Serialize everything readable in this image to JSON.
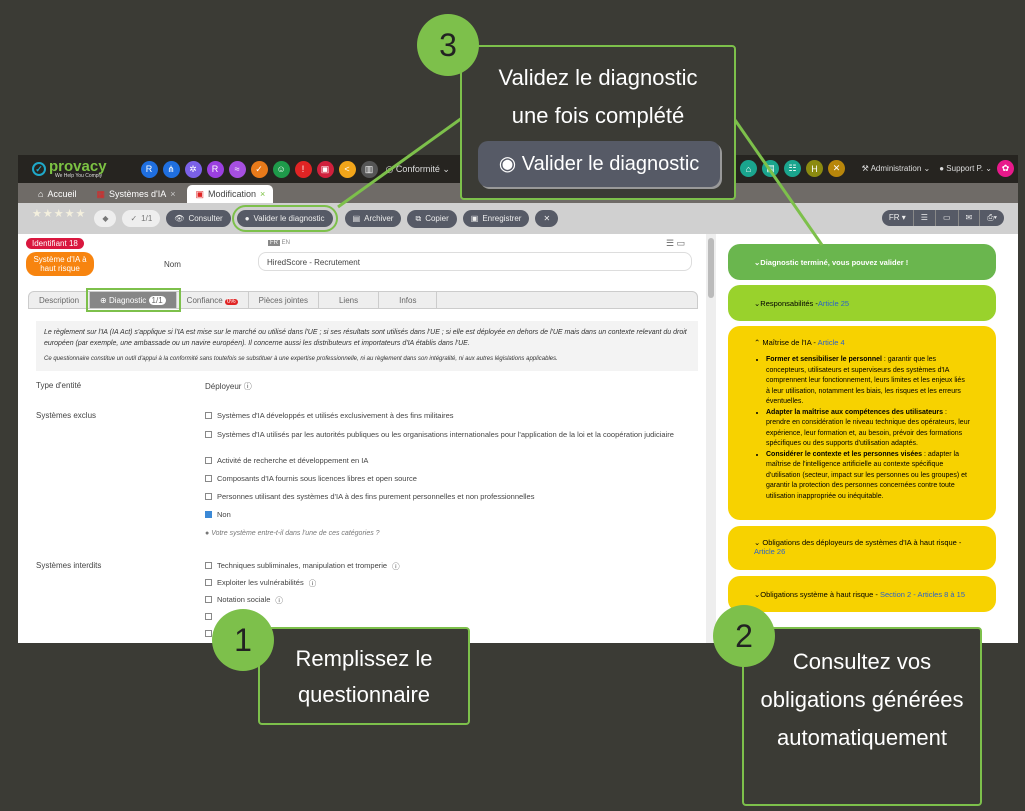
{
  "nav": {
    "brand": "provacy",
    "tagline": "We Help You Comply",
    "modules": [
      {
        "label": "R",
        "color": "#1f6fe0"
      },
      {
        "label": "⋔",
        "color": "#1f6fe0"
      },
      {
        "label": "✲",
        "color": "#7b61e8"
      },
      {
        "label": "R",
        "color": "#9b3fe0"
      },
      {
        "label": "≈",
        "color": "#a64fe0"
      },
      {
        "label": "✓",
        "color": "#e87a1a"
      },
      {
        "label": "☺",
        "color": "#1e9a4a"
      },
      {
        "label": "!",
        "color": "#e02424"
      },
      {
        "label": "▣",
        "color": "#d0203c"
      },
      {
        "label": "<",
        "color": "#f2a51a"
      },
      {
        "label": "▥",
        "color": "#555"
      }
    ],
    "conformite": "Conformité",
    "right_modules": [
      {
        "label": "⌂",
        "color": "#1aa58e"
      },
      {
        "label": "▤",
        "color": "#1aa58e"
      },
      {
        "label": "☷",
        "color": "#1aa58e"
      },
      {
        "label": "H",
        "color": "#8b8a10"
      },
      {
        "label": "✕",
        "color": "#b8860b"
      }
    ],
    "administration": "Administration",
    "user": "Support P."
  },
  "tabs": [
    {
      "label": "Accueil"
    },
    {
      "label": "Systèmes d'IA"
    },
    {
      "label": "Modification"
    }
  ],
  "toolbar": {
    "tags": "1/1",
    "consulter": "Consulter",
    "valider": "Valider le diagnostic",
    "archiver": "Archiver",
    "copier": "Copier",
    "enregistrer": "Enregistrer",
    "close": "✕",
    "lang": "FR ▾"
  },
  "record": {
    "identifiant_label": "Identifiant",
    "identifiant": "18",
    "classification": "Système d'IA à haut risque",
    "name_label": "Nom",
    "name_value": "HiredScore - Recrutement",
    "lang_fr": "FR",
    "lang_en": "EN"
  },
  "form_tabs": [
    {
      "label": "Description"
    },
    {
      "label": "Diagnostic",
      "badge": "1/1"
    },
    {
      "label": "Confiance",
      "badge": "0%"
    },
    {
      "label": "Pièces jointes"
    },
    {
      "label": "Liens"
    },
    {
      "label": "Infos"
    }
  ],
  "info": {
    "p1": "Le règlement sur l'IA (IA Act) s'applique si l'IA est mise sur le marché ou utilisé dans l'UE ; si ses résultats sont utilisés dans l'UE ; si elle est déployée en dehors de l'UE mais dans un contexte relevant du droit européen (par exemple, une ambassade ou un navire européen). Il concerne aussi les distributeurs et importateurs d'IA établis dans l'UE.",
    "p2": "Ce questionnaire constitue un outil d'appui à la conformité sans toutefois se substituer à une expertise professionnelle, ni au règlement dans son intégralité, ni aux autres législations applicables."
  },
  "form": {
    "type_label": "Type d'entité",
    "type_value": "Déployeur",
    "exclus_label": "Systèmes exclus",
    "exclus": [
      {
        "label": "Systèmes d'IA développés et utilisés exclusivement à des fins militaires",
        "checked": false
      },
      {
        "label": "Systèmes d'IA utilisés par les autorités publiques ou les organisations internationales pour l'application de la loi et la coopération judiciaire",
        "checked": false
      },
      {
        "label": "Activité de recherche et développement en IA",
        "checked": false
      },
      {
        "label": "Composants d'IA fournis sous licences libres et open source",
        "checked": false
      },
      {
        "label": "Personnes utilisant des systèmes d'IA à des fins purement personnelles et non professionnelles",
        "checked": false
      },
      {
        "label": "Non",
        "checked": true
      }
    ],
    "exclus_hint": "Votre système entre-t-il dans l'une de ces catégories ?",
    "interdits_label": "Systèmes interdits",
    "interdits": [
      {
        "label": "Techniques subliminales, manipulation et tromperie"
      },
      {
        "label": "Exploiter les vulnérabilités"
      },
      {
        "label": "Notation sociale"
      }
    ]
  },
  "panel": {
    "done": "Diagnostic terminé, vous pouvez valider !",
    "resp": "Responsabilités - ",
    "resp_link": "Article 25",
    "maitrise": "Maîtrise de l'IA - ",
    "maitrise_link": "Article 4",
    "bullets": [
      {
        "title": "Former et sensibiliser le personnel",
        "text": " : garantir que les concepteurs, utilisateurs et superviseurs des systèmes d'IA comprennent leur fonctionnement, leurs limites et les enjeux liés à leur utilisation, notamment les biais, les risques et les erreurs éventuelles."
      },
      {
        "title": "Adapter la maîtrise aux compétences des utilisateurs",
        "text": " : prendre en considération le niveau technique des opérateurs, leur expérience, leur formation et, au besoin, prévoir des formations spécifiques ou des supports d'utilisation adaptés."
      },
      {
        "title": "Considérer le contexte et les personnes visées",
        "text": " : adapter la maîtrise de l'intelligence artificielle au contexte spécifique d'utilisation (secteur, impact sur les personnes ou les groupes) et garantir la protection des personnes concernées contre toute utilisation inappropriée ou inéquitable."
      }
    ],
    "deployeurs": "Obligations des déployeurs de systèmes d'IA à haut risque - ",
    "deployeurs_link": "Article 26",
    "systeme": "Obligations système à haut risque - ",
    "systeme_link": "Section 2 - Articles 8 à 15"
  },
  "callouts": {
    "c3_num": "3",
    "c3_text": "Validez le diagnostic une fois complété",
    "c3_button": "Valider le diagnostic",
    "c1_num": "1",
    "c1_text": "Remplissez le questionnaire",
    "c2_num": "2",
    "c2_text": "Consultez vos obligations générées automatiquement"
  }
}
